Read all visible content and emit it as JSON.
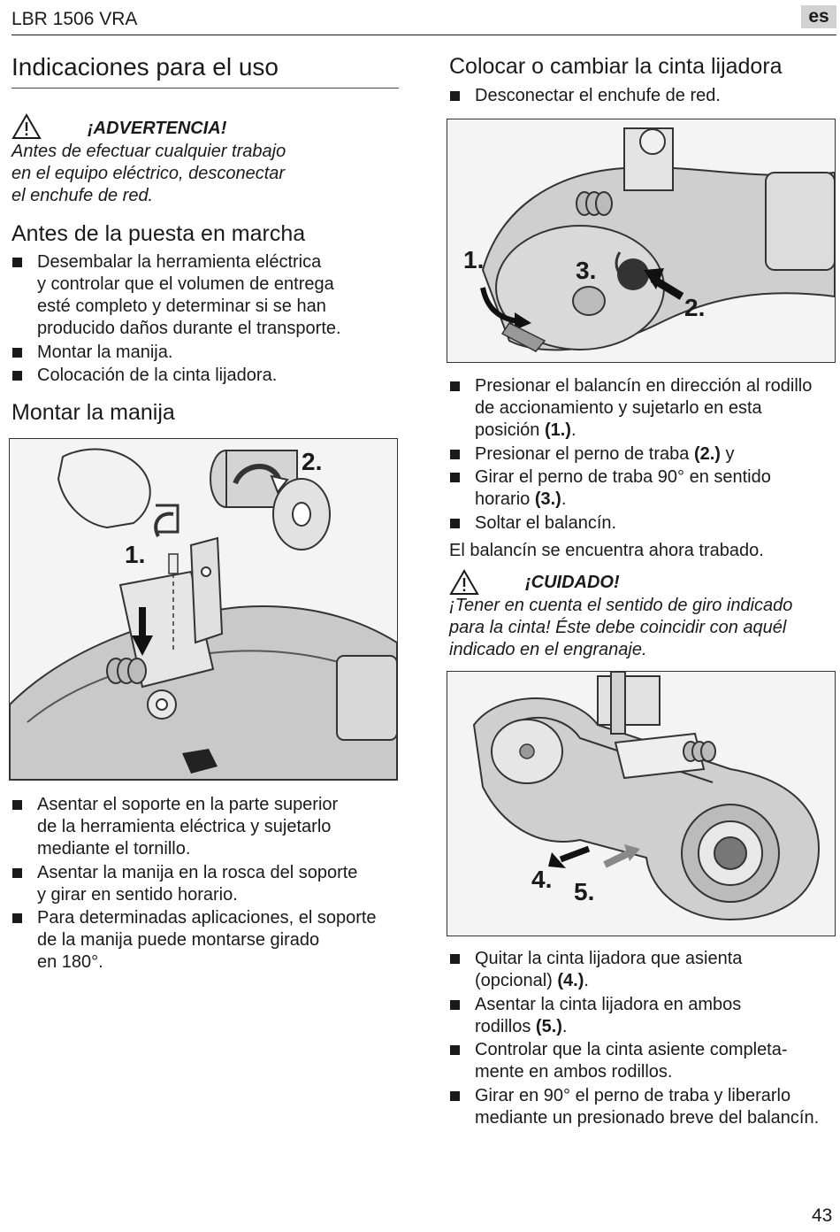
{
  "header": {
    "model": "LBR 1506 VRA",
    "lang": "es"
  },
  "left": {
    "title": "Indicaciones para el uso",
    "warning": {
      "title": "¡ADVERTENCIA!",
      "lines": [
        "Antes de efectuar cualquier trabajo",
        "en el equipo eléctrico, desconectar",
        "el enchufe de red."
      ]
    },
    "section1": {
      "title": "Antes de la puesta en marcha",
      "items": [
        [
          "Desembalar la herramienta eléctrica",
          "y controlar que el volumen de entrega",
          "esté completo y determinar si se han",
          "producido daños durante el transporte."
        ],
        [
          "Montar la manija."
        ],
        [
          "Colocación de la cinta lijadora."
        ]
      ]
    },
    "section2": {
      "title": "Montar la manija",
      "figure_labels": [
        "1.",
        "2."
      ],
      "items": [
        [
          "Asentar el soporte en la parte superior",
          "de la herramienta eléctrica y sujetarlo",
          "mediante el tornillo."
        ],
        [
          "Asentar la manija en la rosca del soporte",
          "y girar en sentido horario."
        ],
        [
          "Para determinadas aplicaciones, el soporte",
          "de la manija puede montarse girado",
          "en 180°."
        ]
      ]
    }
  },
  "right": {
    "title": "Colocar o cambiar la cinta lijadora",
    "intro_item": "Desconectar el enchufe de red.",
    "figure1_labels": [
      "1.",
      "2.",
      "3."
    ],
    "steps1": [
      {
        "lines": [
          "Presionar el balancín en dirección al rodillo",
          "de accionamiento y sujetarlo en esta",
          "posición "
        ],
        "ref": "(1.)",
        "after": "."
      },
      {
        "lines": [
          "Presionar el perno de traba "
        ],
        "ref": "(2.)",
        "after": " y"
      },
      {
        "lines": [
          "Girar el perno de traba 90° en sentido",
          "horario "
        ],
        "ref": "(3.)",
        "after": "."
      },
      {
        "lines": [
          "Soltar el balancín."
        ],
        "ref": "",
        "after": ""
      }
    ],
    "locked_text": "El balancín se encuentra ahora trabado.",
    "caution": {
      "title": "¡CUIDADO!",
      "lines": [
        "¡Tener en cuenta el sentido de giro indicado",
        "para la cinta! Éste debe coincidir con aquél",
        "indicado en el engranaje."
      ]
    },
    "figure2_labels": [
      "4.",
      "5."
    ],
    "steps2": [
      {
        "lines": [
          "Quitar la cinta lijadora que asienta",
          "(opcional) "
        ],
        "ref": "(4.)",
        "after": "."
      },
      {
        "lines": [
          "Asentar la cinta lijadora en ambos",
          "rodillos "
        ],
        "ref": "(5.)",
        "after": "."
      },
      {
        "lines": [
          "Controlar que la cinta asiente completa-",
          "mente en ambos rodillos."
        ],
        "ref": "",
        "after": ""
      },
      {
        "lines": [
          "Girar en 90° el perno de traba y liberarlo",
          "mediante un presionado breve del balancín."
        ],
        "ref": "",
        "after": ""
      }
    ]
  },
  "page_number": "43"
}
